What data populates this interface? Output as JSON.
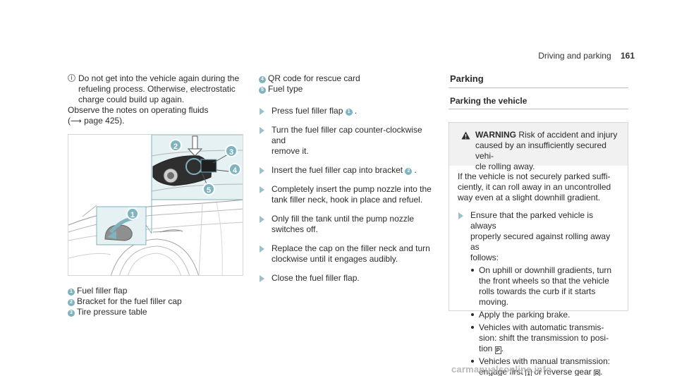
{
  "header": {
    "section": "Driving and parking",
    "page_number": "161"
  },
  "note": {
    "line1": "Do not get into the vehicle again during the",
    "line2": "refueling process. Otherwise, electrostatic",
    "line3": "charge could build up again.",
    "line4": "Observe the notes on operating fluids",
    "line5_pre": "(",
    "line5_post": " page 425)."
  },
  "figure": {
    "callouts": [
      "1",
      "2",
      "3",
      "4",
      "5"
    ]
  },
  "legend": [
    {
      "num": "1",
      "text": "Fuel filler flap"
    },
    {
      "num": "2",
      "text": "Bracket for the fuel filler cap"
    },
    {
      "num": "3",
      "text": "Tire pressure table"
    },
    {
      "num": "4",
      "text": "QR code for rescue card"
    },
    {
      "num": "5",
      "text": "Fuel type"
    }
  ],
  "steps": [
    {
      "l1": "Press fuel filler flap ",
      "num": "1",
      "l1b": "."
    },
    {
      "l1": "Turn the fuel filler cap counter-clockwise and",
      "l2": "remove it."
    },
    {
      "l1": "Insert the fuel filler cap into bracket ",
      "num": "2",
      "l1b": "."
    },
    {
      "l1": "Completely insert the pump nozzle into the",
      "l2": "tank filler neck, hook in place and refuel."
    },
    {
      "l1": "Only fill the tank until the pump nozzle",
      "l2": "switches off."
    },
    {
      "l1": "Replace the cap on the filler neck and turn",
      "l2": "clockwise until it engages audibly."
    },
    {
      "l1": "Close the fuel filler flap."
    }
  ],
  "parking": {
    "section_title": "Parking",
    "sub_title": "Parking the vehicle",
    "warning": {
      "label": "WARNING",
      "l1": " Risk of accident and injury",
      "l2": "caused by an insufficiently secured vehi-",
      "l3": "cle rolling away."
    },
    "body": {
      "l1": "If the vehicle is not securely parked suffi-",
      "l2": "ciently, it can roll away in an uncontrolled",
      "l3": "way even at a slight downhill gradient."
    },
    "step": {
      "l1": "Ensure that the parked vehicle is always",
      "l2": "properly secured against rolling away as",
      "l3": "follows:"
    },
    "bullets": {
      "b1": {
        "l1": "On uphill or downhill gradients, turn",
        "l2": "the front wheels so that the vehicle",
        "l3": "rolls towards the curb if it starts",
        "l4": "moving."
      },
      "b2": {
        "l1": "Apply the parking brake."
      },
      "b3": {
        "l1": "Vehicles with automatic transmis-",
        "l2": "sion: shift the transmission to posi-",
        "l3_pre": "tion ",
        "key": "P",
        "l3_post": "."
      },
      "b4": {
        "l1": "Vehicles with manual transmission:",
        "l2_pre": "engage first ",
        "key1": "1",
        "l2_mid": " or reverse gear ",
        "key2": "R",
        "l2_post": "."
      }
    }
  },
  "watermark": "carmanualsonline.info",
  "colors": {
    "accent": "#7fb3c0",
    "triangle": "#9cc0ca",
    "highlight_fill": "#e6f1f3"
  }
}
